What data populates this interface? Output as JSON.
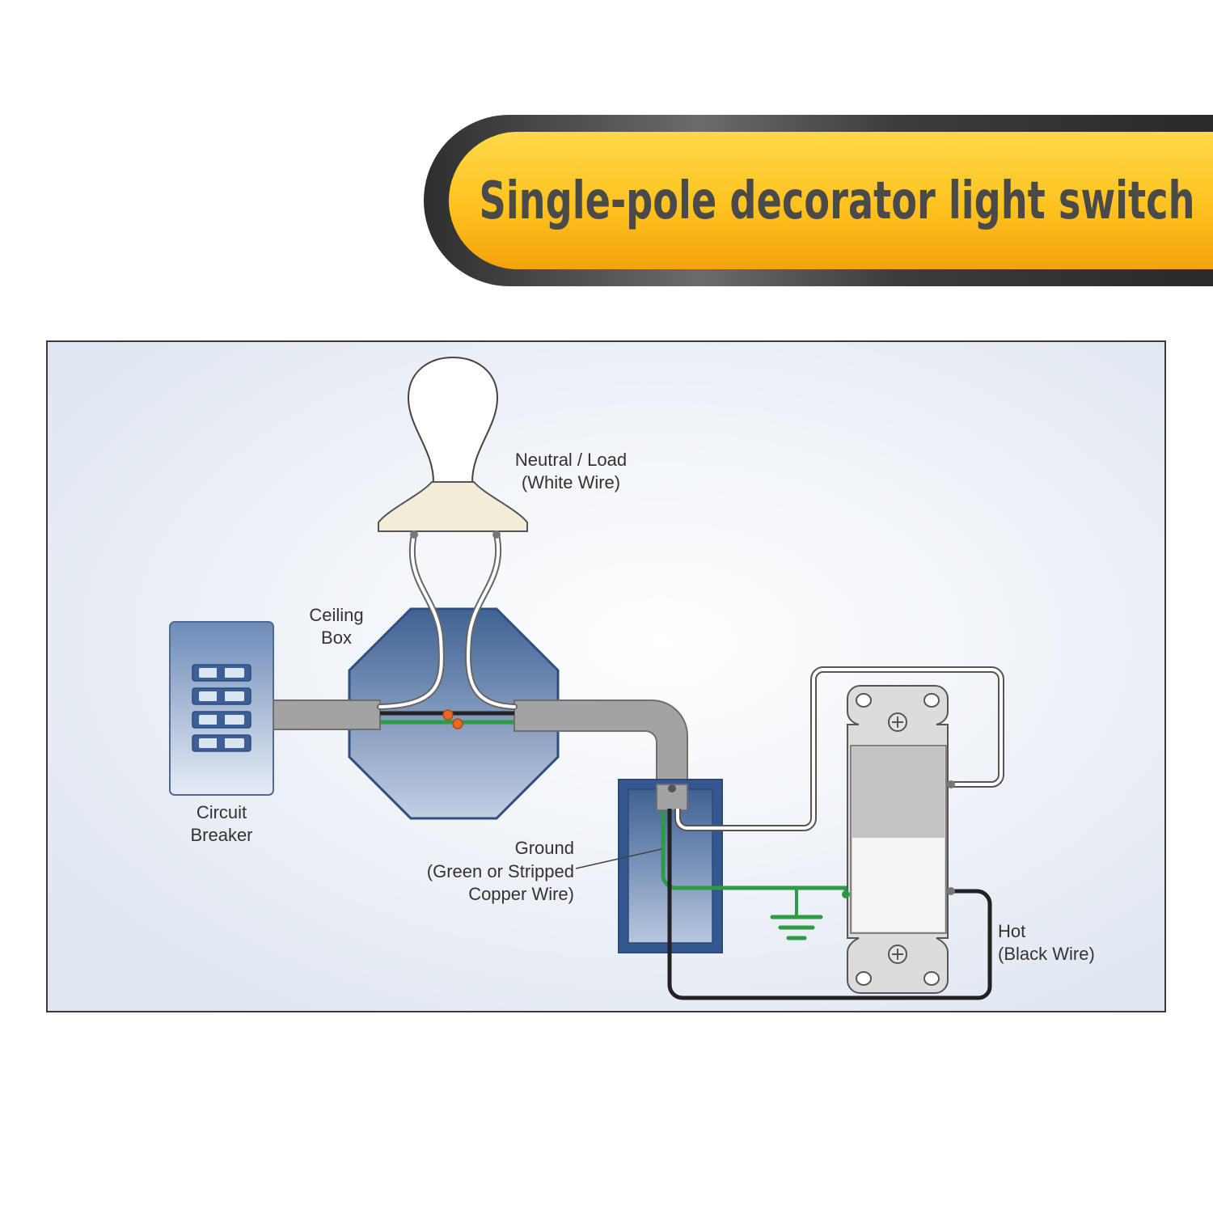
{
  "title": "Single-pole decorator light switch",
  "labels": {
    "neutral_line1": "Neutral / Load",
    "neutral_line2": "(White Wire)",
    "ceiling_line1": "Ceiling",
    "ceiling_line2": "Box",
    "breaker_line1": "Circuit",
    "breaker_line2": "Breaker",
    "ground_line1": "Ground",
    "ground_line2": "(Green or Stripped",
    "ground_line3": "Copper Wire)",
    "hot_line1": "Hot",
    "hot_line2": "(Black Wire)"
  },
  "colors": {
    "banner_yellow": "#ffc21f",
    "banner_orange": "#f5a60e",
    "banner_frame": "#3a3a3a",
    "panel_bg": "#e9eef6",
    "box_blue": "#4f6fa0",
    "conduit_gray": "#9a9a9a",
    "neutral_wire": "#ffffff",
    "ground_wire": "#2f9a45",
    "hot_wire": "#222222",
    "wire_nut": "#e86a25"
  }
}
